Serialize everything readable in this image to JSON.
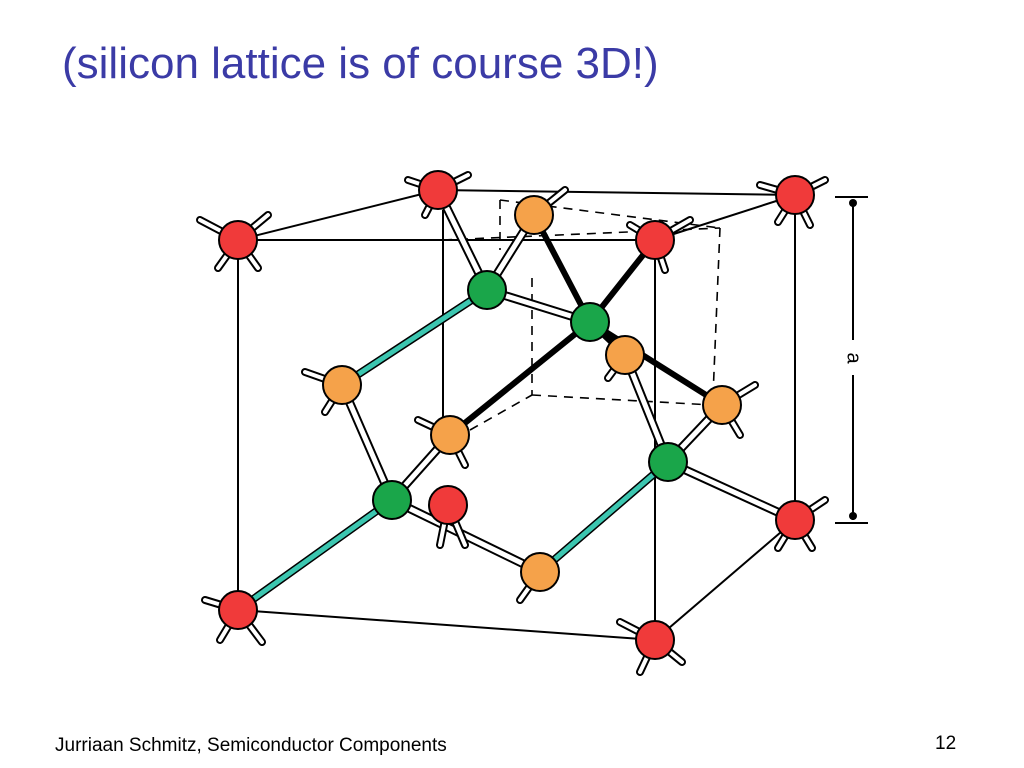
{
  "slide": {
    "title": "(silicon lattice is of course 3D!)",
    "footer": "Jurriaan Schmitz, Semiconductor Components",
    "page_number": "12"
  },
  "diagram": {
    "dimension_label": "a"
  },
  "colors": {
    "title": "#3b3ba6",
    "corner_atom": "#f03a3a",
    "face_atom": "#f5a24a",
    "interior_atom": "#1aa64a",
    "teal_bond": "#3cc6b0",
    "bond_stub": "#ffffff",
    "line": "#000000"
  }
}
